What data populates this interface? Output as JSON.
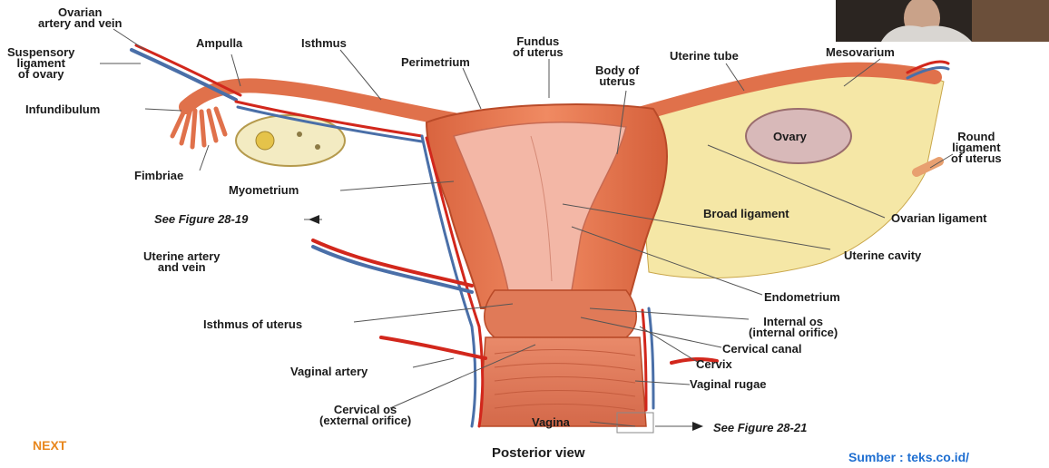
{
  "diagram": {
    "subtitle": "Posterior view",
    "labels": {
      "ovarian_artery_vein": [
        "Ovarian",
        "artery and vein"
      ],
      "suspensory_ligament": [
        "Suspensory",
        "ligament",
        "of ovary"
      ],
      "ampulla": "Ampulla",
      "isthmus": "Isthmus",
      "fundus": [
        "Fundus",
        "of uterus"
      ],
      "perimetrium": "Perimetrium",
      "body_of_uterus": [
        "Body of",
        "uterus"
      ],
      "uterine_tube": "Uterine tube",
      "mesovarium": "Mesovarium",
      "infundibulum": "Infundibulum",
      "ovary": "Ovary",
      "round_ligament": [
        "Round",
        "ligament",
        "of uterus"
      ],
      "fimbriae": "Fimbriae",
      "myometrium": "Myometrium",
      "broad_ligament": "Broad ligament",
      "ovarian_ligament": "Ovarian ligament",
      "see_figure_28_19": "See Figure 28-19",
      "uterine_cavity": "Uterine cavity",
      "uterine_artery_vein": [
        "Uterine artery",
        "and vein"
      ],
      "endometrium": "Endometrium",
      "isthmus_of_uterus": "Isthmus of uterus",
      "internal_os": [
        "Internal os",
        "(internal orifice)"
      ],
      "cervical_canal": "Cervical canal",
      "vaginal_artery": "Vaginal artery",
      "cervix": "Cervix",
      "vaginal_rugae": "Vaginal rugae",
      "cervical_os": [
        "Cervical os",
        "(external orifice)"
      ],
      "vagina": "Vagina",
      "see_figure_28_21": "See Figure 28-21"
    }
  },
  "nav": {
    "next_label": "NEXT"
  },
  "source": {
    "text": "Sumber : teks.co.id/"
  },
  "colors": {
    "muscle": "#e0714b",
    "muscle_dark": "#c24e2c",
    "inner_pink": "#f3b7a6",
    "artery": "#d2271c",
    "vein": "#4a6fa8",
    "ligament": "#f5e7a6",
    "next": "#e8871e",
    "source": "#1f6fd1"
  }
}
